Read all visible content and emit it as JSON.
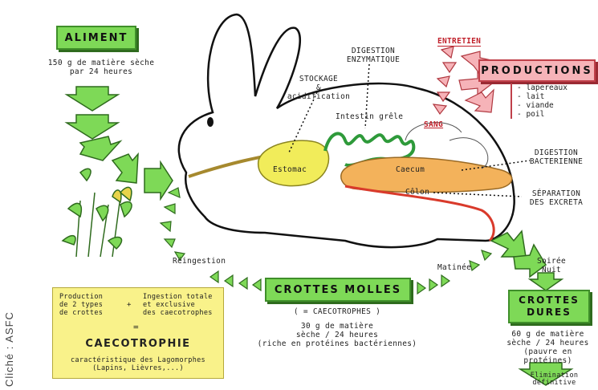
{
  "aliment": {
    "title": "ALIMENT",
    "desc": "150 g de matière sèche\npar 24 heures"
  },
  "productions": {
    "title": "PRODUCTIONS",
    "items": [
      "- lapereaux",
      "- lait",
      "- viande",
      "- poil"
    ]
  },
  "entretien": "ENTRETIEN",
  "labels": {
    "digestion_enzymatique": "DIGESTION\nENZYMATIQUE",
    "stockage": "STOCKAGE\n& acidification",
    "intestin": "Intestin grêle",
    "sang": "SANG",
    "estomac": "Estomac",
    "caecum": "Caecum",
    "colon": "Côlon",
    "digestion_bacterienne": "DIGESTION\nBACTERIENNE",
    "separation": "SÉPARATION\nDES EXCRETA",
    "reingestion": "Réingestion",
    "matinee": "Matinée",
    "soiree": "Soirée\nNuit"
  },
  "crottes_molles": {
    "title": "CROTTES MOLLES",
    "sub": "( = CAECOTROPHES )",
    "desc": "30 g de matière\nsèche / 24 heures\n(riche en protéines bactériennes)"
  },
  "crottes_dures": {
    "title": "CROTTES\nDURES",
    "desc": "60 g de matière\nsèche / 24 heures\n(pauvre en protéines)",
    "elimination": "Elimination\ndéfinitive"
  },
  "caecotrophie": {
    "left_text": "Production\nde 2 types\nde crottes",
    "plus": "+",
    "right_text": "Ingestion totale\net exclusive\ndes caecotrophes",
    "equals": "=",
    "title": "CAECOTROPHIE",
    "caption": "caractéristique des Lagomorphes\n(Lapins, Lièvres,...)"
  },
  "credit": "Cliché : ASFC",
  "colors": {
    "green": "#7ed957",
    "pink": "#f6b3b8",
    "yellow": "#f9f28a",
    "red": "#d93a2b",
    "orange": "#f3b25b"
  }
}
